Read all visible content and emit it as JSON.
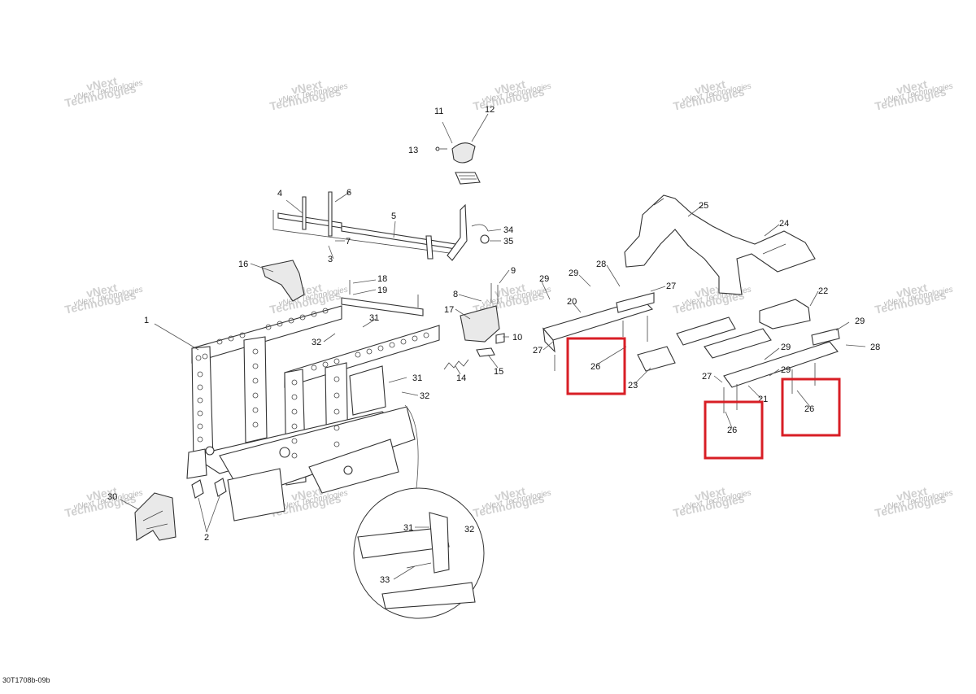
{
  "watermark": {
    "line1": "vNext",
    "line2": "Technologies",
    "caption": "vNext Technologies"
  },
  "callouts": [
    "1",
    "2",
    "3",
    "4",
    "5",
    "6",
    "7",
    "8",
    "9",
    "10",
    "11",
    "12",
    "13",
    "14",
    "15",
    "16",
    "17",
    "18",
    "19",
    "20",
    "21",
    "22",
    "23",
    "24",
    "25",
    "26",
    "27",
    "28",
    "29",
    "30",
    "31",
    "32",
    "33",
    "34",
    "35"
  ],
  "labels": {
    "c1": "1",
    "c2": "2",
    "c3": "3",
    "c4": "4",
    "c5": "5",
    "c6": "6",
    "c7": "7",
    "c8": "8",
    "c9": "9",
    "c10": "10",
    "c11": "11",
    "c12": "12",
    "c13": "13",
    "c14": "14",
    "c15": "15",
    "c16": "16",
    "c17": "17",
    "c18": "18",
    "c19": "19",
    "c20": "20",
    "c21": "21",
    "c22": "22",
    "c23": "23",
    "c24": "24",
    "c25": "25",
    "c26": "26",
    "c27": "27",
    "c28": "28",
    "c29": "29",
    "c30": "30",
    "c31": "31",
    "c32": "32",
    "c33": "33",
    "c34": "34",
    "c35": "35"
  },
  "highlight_color": "#d81e25",
  "highlighted_part": "26",
  "doc_code": "30T1708b-09b"
}
